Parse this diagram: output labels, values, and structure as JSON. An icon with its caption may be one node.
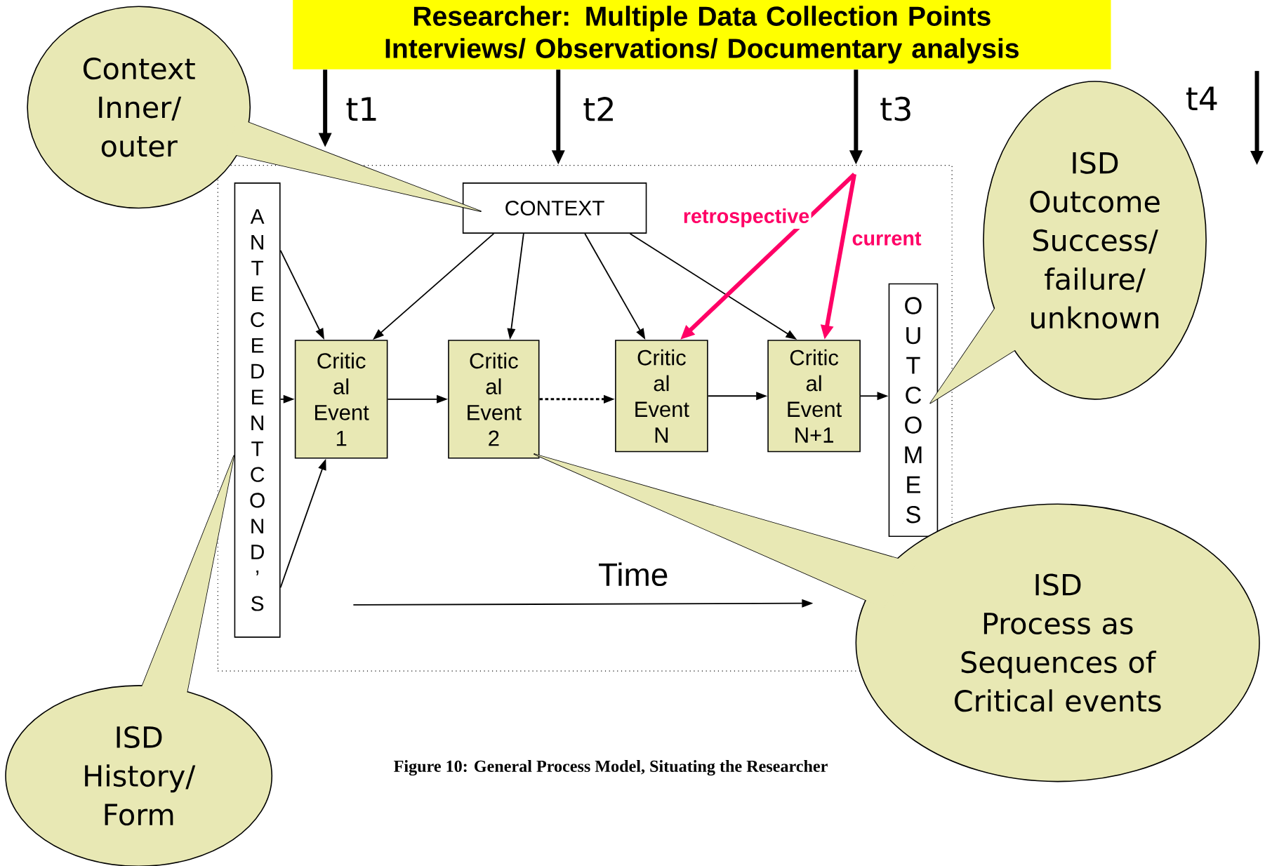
{
  "diagram": {
    "caption": "Figure 10: General Process Model, Situating the Researcher",
    "nodes": [
      {
        "text": [
          "Researcher: Multiple Data Collection Points Interviews/ Observations/ Documentary analysis"
        ]
      },
      {
        "text": [
          "Context Inner/ outer"
        ]
      },
      {
        "text": [
          "ISD",
          "Outcome Success/ failure/ unknown"
        ]
      },
      {
        "text": [],
        "shape": "box"
      },
      {
        "text": [
          "CONTEXT"
        ],
        "in": 3
      },
      {
        "text": [
          "ANTECEDENT COND’S"
        ],
        "in": 3
      },
      {
        "text": [
          "Critic al Event 1"
        ],
        "in": 3
      },
      {
        "text": [
          "Critic al Event 2"
        ],
        "in": 3
      },
      {
        "text": [
          "Critic al Event N"
        ],
        "in": 3
      },
      {
        "text": [
          "Critic al Event N+1"
        ],
        "in": 3
      },
      {
        "text": [
          "OUTCOMES"
        ],
        "in": 3
      },
      {
        "text": [
          "ISD",
          "Process as Sequences of Critical events"
        ]
      },
      {
        "text": [
          "ISD",
          "History/ Form"
        ]
      }
    ],
    "edges": [
      {
        "from": 4,
        "to": 6,
        "arrow": "to"
      },
      {
        "from": 4,
        "to": 7,
        "arrow": "to"
      },
      {
        "from": 4,
        "to": 8,
        "arrow": "to"
      },
      {
        "from": 4,
        "to": 9,
        "arrow": "to"
      },
      {
        "from": 5,
        "to": 6,
        "arrow": "to"
      },
      {
        "from": 5,
        "to": 6,
        "arrow": "to"
      },
      {
        "from": 5,
        "to": 6,
        "arrow": "to"
      },
      {
        "from": 6,
        "to": 7,
        "arrow": "to"
      },
      {
        "from": 7,
        "to": 8,
        "arrow": "to",
        "style": "dashed"
      },
      {
        "from": 8,
        "to": 9,
        "arrow": "to"
      },
      {
        "from": 9,
        "to": 10,
        "arrow": "to"
      },
      {
        "from": null,
        "to": 8,
        "arrow": "to",
        "label": "retrospective",
        "style": "thick",
        "color": "#ff0066"
      },
      {
        "from": null,
        "to": 9,
        "arrow": "to",
        "label": "current",
        "style": "thick",
        "color": "#ff0066"
      },
      {
        "from": 0,
        "to": 1,
        "arrow": "to",
        "label": "t1",
        "style": "thick"
      },
      {
        "from": 0,
        "to": 3,
        "arrow": "to",
        "label": "t2",
        "style": "thick"
      },
      {
        "from": 0,
        "to": 3,
        "arrow": "to",
        "label": "t3",
        "style": "thick"
      }
    ],
    "labels": [
      "t4",
      "Time"
    ]
  }
}
